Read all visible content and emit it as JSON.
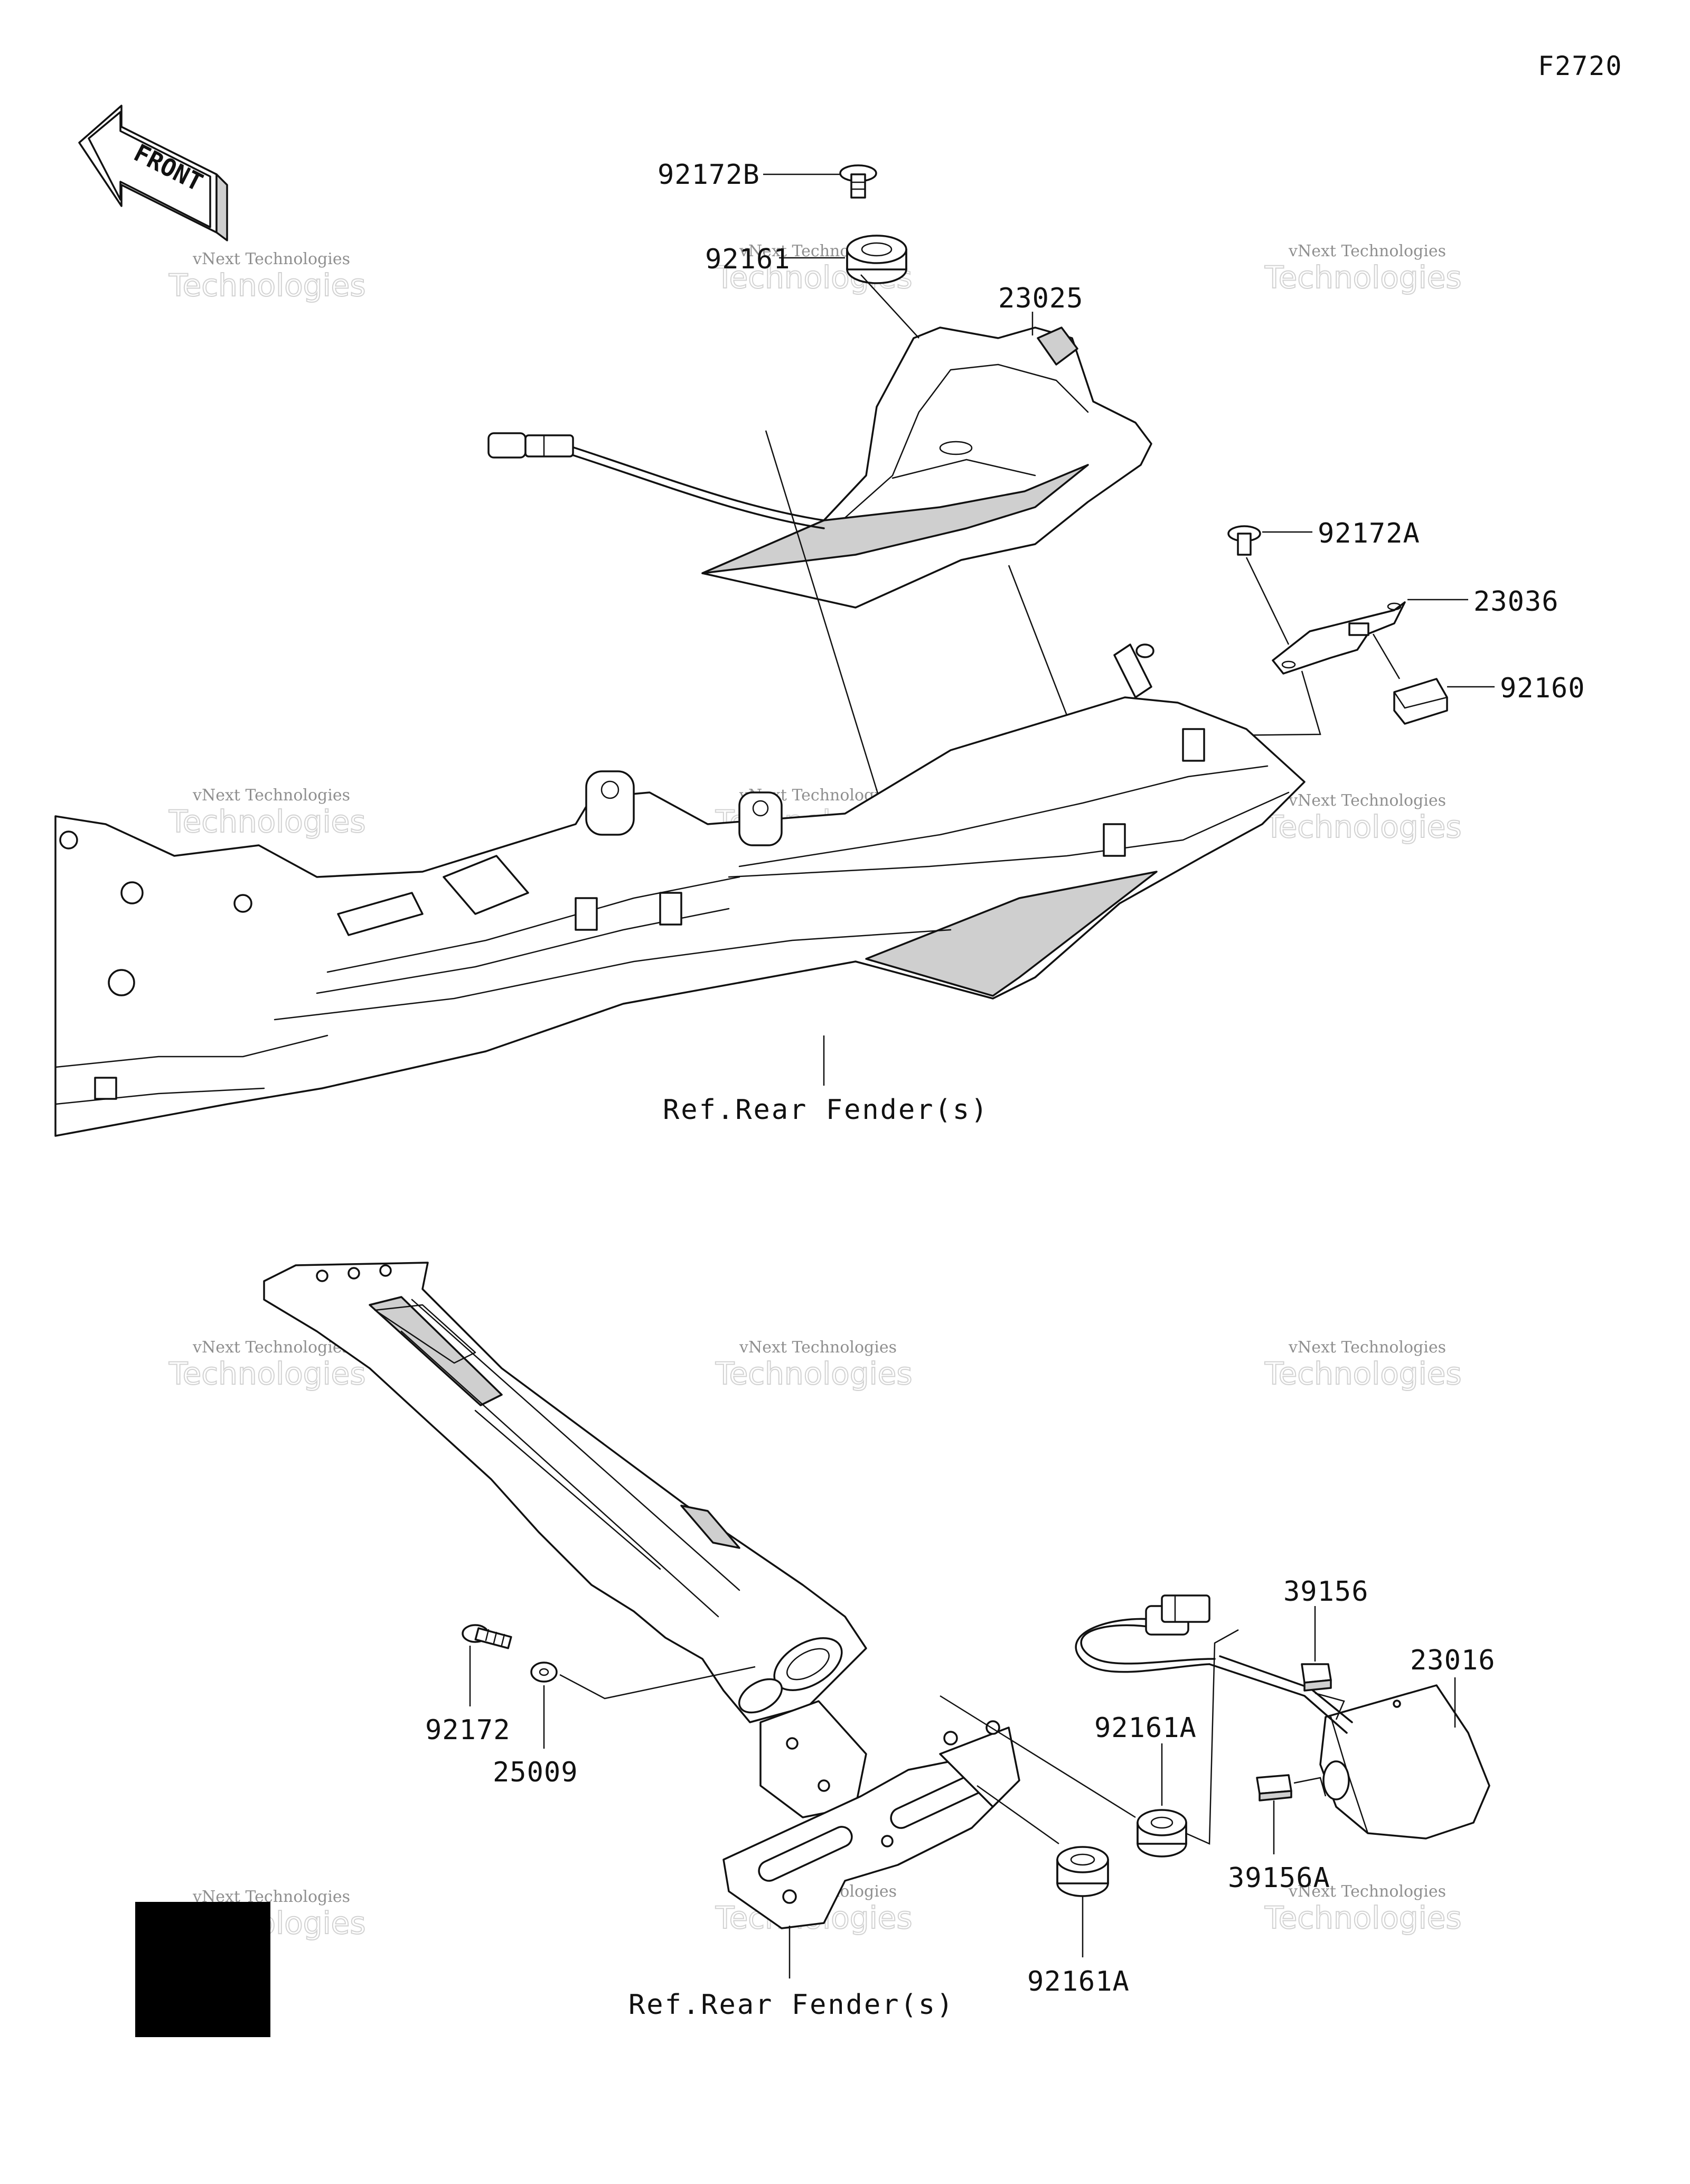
{
  "figure_code": "F2720",
  "front_label": "FRONT",
  "watermarks": [
    {
      "line1": "vNext Technologies",
      "line2": "Technologies"
    },
    {
      "line1": "vNext Technologies",
      "line2": "Technologies"
    },
    {
      "line1": "vNext Technologies",
      "line2": "Technologies"
    },
    {
      "line1": "vNext Technologies",
      "line2": "Technologies"
    },
    {
      "line1": "vNext Technologies",
      "line2": "Technologies"
    },
    {
      "line1": "vNext Technologies",
      "line2": "Technologies"
    },
    {
      "line1": "vNext Technologies",
      "line2": "Technologies"
    },
    {
      "line1": "vNext Technologies",
      "line2": "Technologies"
    },
    {
      "line1": "vNext Technologies",
      "line2": "Technologies"
    },
    {
      "line1": "vNext Technologies",
      "line2": "Technologies"
    },
    {
      "line1": "vNext Technologies",
      "line2": "Technologies"
    },
    {
      "line1": "vNext Technologies",
      "line2": "Technologies"
    }
  ],
  "callouts": {
    "p92172B": "92172B",
    "p92161": "92161",
    "p23025": "23025",
    "p92172A": "92172A",
    "p23036": "23036",
    "p92160": "92160",
    "p39156": "39156",
    "p23016": "23016",
    "p92161A_upper": "92161A",
    "p92172": "92172",
    "p25009": "25009",
    "p39156A": "39156A",
    "p92161A_lower": "92161A"
  },
  "references": {
    "top_fender": "Ref.Rear Fender(s)",
    "bottom_fender": "Ref.Rear Fender(s)"
  },
  "colors": {
    "line": "#111111",
    "watermark": "#8f8f8f",
    "black_box": "#000000"
  }
}
